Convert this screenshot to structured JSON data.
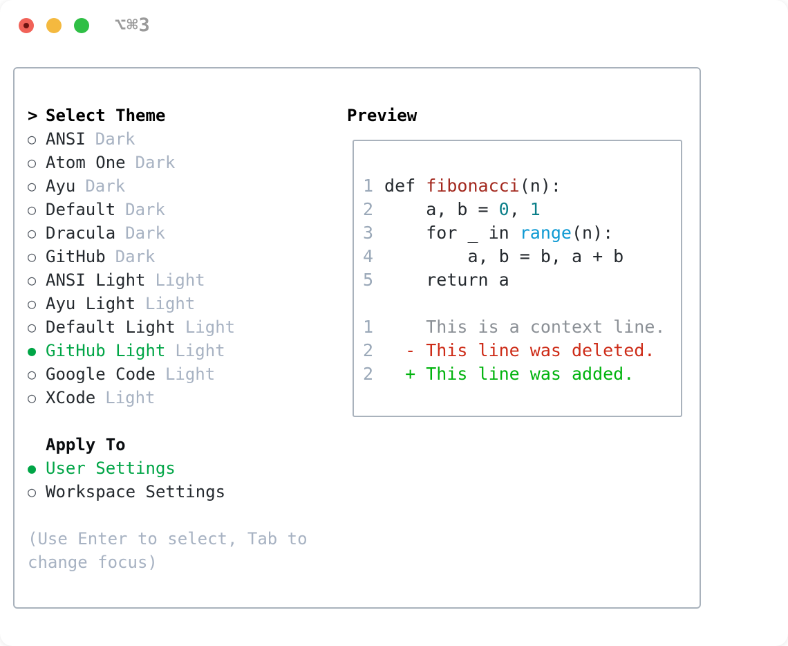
{
  "window": {
    "title": "⌥⌘3"
  },
  "colors": {
    "accent_green": "#00a546",
    "diff_added_green": "#00b30d",
    "diff_deleted_red": "#cd2b17",
    "function_red": "#a3291f",
    "number_teal": "#0b7f89",
    "builtin_blue": "#0e9ad3",
    "muted_gray": "#a7b2c2",
    "context_gray": "#8b9096",
    "line_number_gray": "#9aa8b8",
    "text_dark": "#24292e",
    "border_gray": "#a9b2bc",
    "radio_gray": "#4a515a",
    "title_gray": "#9a9a9a",
    "traffic_red": "#f16258",
    "traffic_red_dot": "#6d1410",
    "traffic_yellow": "#f4b93f",
    "traffic_green": "#2fbf45"
  },
  "theme_picker": {
    "prompt": ">",
    "title": "Select Theme",
    "items": [
      {
        "name": "ANSI",
        "variant": "Dark",
        "selected": false
      },
      {
        "name": "Atom One",
        "variant": "Dark",
        "selected": false
      },
      {
        "name": "Ayu",
        "variant": "Dark",
        "selected": false
      },
      {
        "name": "Default",
        "variant": "Dark",
        "selected": false
      },
      {
        "name": "Dracula",
        "variant": "Dark",
        "selected": false
      },
      {
        "name": "GitHub",
        "variant": "Dark",
        "selected": false
      },
      {
        "name": "ANSI Light",
        "variant": "Light",
        "selected": false
      },
      {
        "name": "Ayu Light",
        "variant": "Light",
        "selected": false
      },
      {
        "name": "Default Light",
        "variant": "Light",
        "selected": false
      },
      {
        "name": "GitHub Light",
        "variant": "Light",
        "selected": true
      },
      {
        "name": "Google Code",
        "variant": "Light",
        "selected": false
      },
      {
        "name": "XCode",
        "variant": "Light",
        "selected": false
      }
    ]
  },
  "apply_to": {
    "title": "Apply To",
    "options": [
      {
        "label": "User Settings",
        "selected": true
      },
      {
        "label": "Workspace Settings",
        "selected": false
      }
    ]
  },
  "help_text": "(Use Enter to select, Tab to change focus)",
  "preview": {
    "title": "Preview",
    "lines": [
      {
        "num": "1",
        "tokens": [
          {
            "t": " def ",
            "c": "p"
          },
          {
            "t": "fibonacci",
            "c": "f"
          },
          {
            "t": "(n):",
            "c": "p"
          }
        ]
      },
      {
        "num": "2",
        "tokens": [
          {
            "t": "     a, b = ",
            "c": "p"
          },
          {
            "t": "0",
            "c": "n"
          },
          {
            "t": ", ",
            "c": "p"
          },
          {
            "t": "1",
            "c": "n"
          }
        ]
      },
      {
        "num": "3",
        "tokens": [
          {
            "t": "     for _ in ",
            "c": "p"
          },
          {
            "t": "range",
            "c": "b"
          },
          {
            "t": "(n):",
            "c": "p"
          }
        ]
      },
      {
        "num": "4",
        "tokens": [
          {
            "t": "         a, b = b, a + b",
            "c": "p"
          }
        ]
      },
      {
        "num": "5",
        "tokens": [
          {
            "t": "     return a",
            "c": "p"
          }
        ]
      },
      {
        "num": "",
        "tokens": []
      },
      {
        "num": "1",
        "tokens": [
          {
            "t": "     This is a context line.",
            "c": "ctx"
          }
        ]
      },
      {
        "num": "2",
        "tokens": [
          {
            "t": "   ",
            "c": "p"
          },
          {
            "t": "- This line was deleted.",
            "c": "del"
          }
        ]
      },
      {
        "num": "2",
        "tokens": [
          {
            "t": "   ",
            "c": "p"
          },
          {
            "t": "+ This line was added.",
            "c": "add"
          }
        ]
      }
    ]
  }
}
